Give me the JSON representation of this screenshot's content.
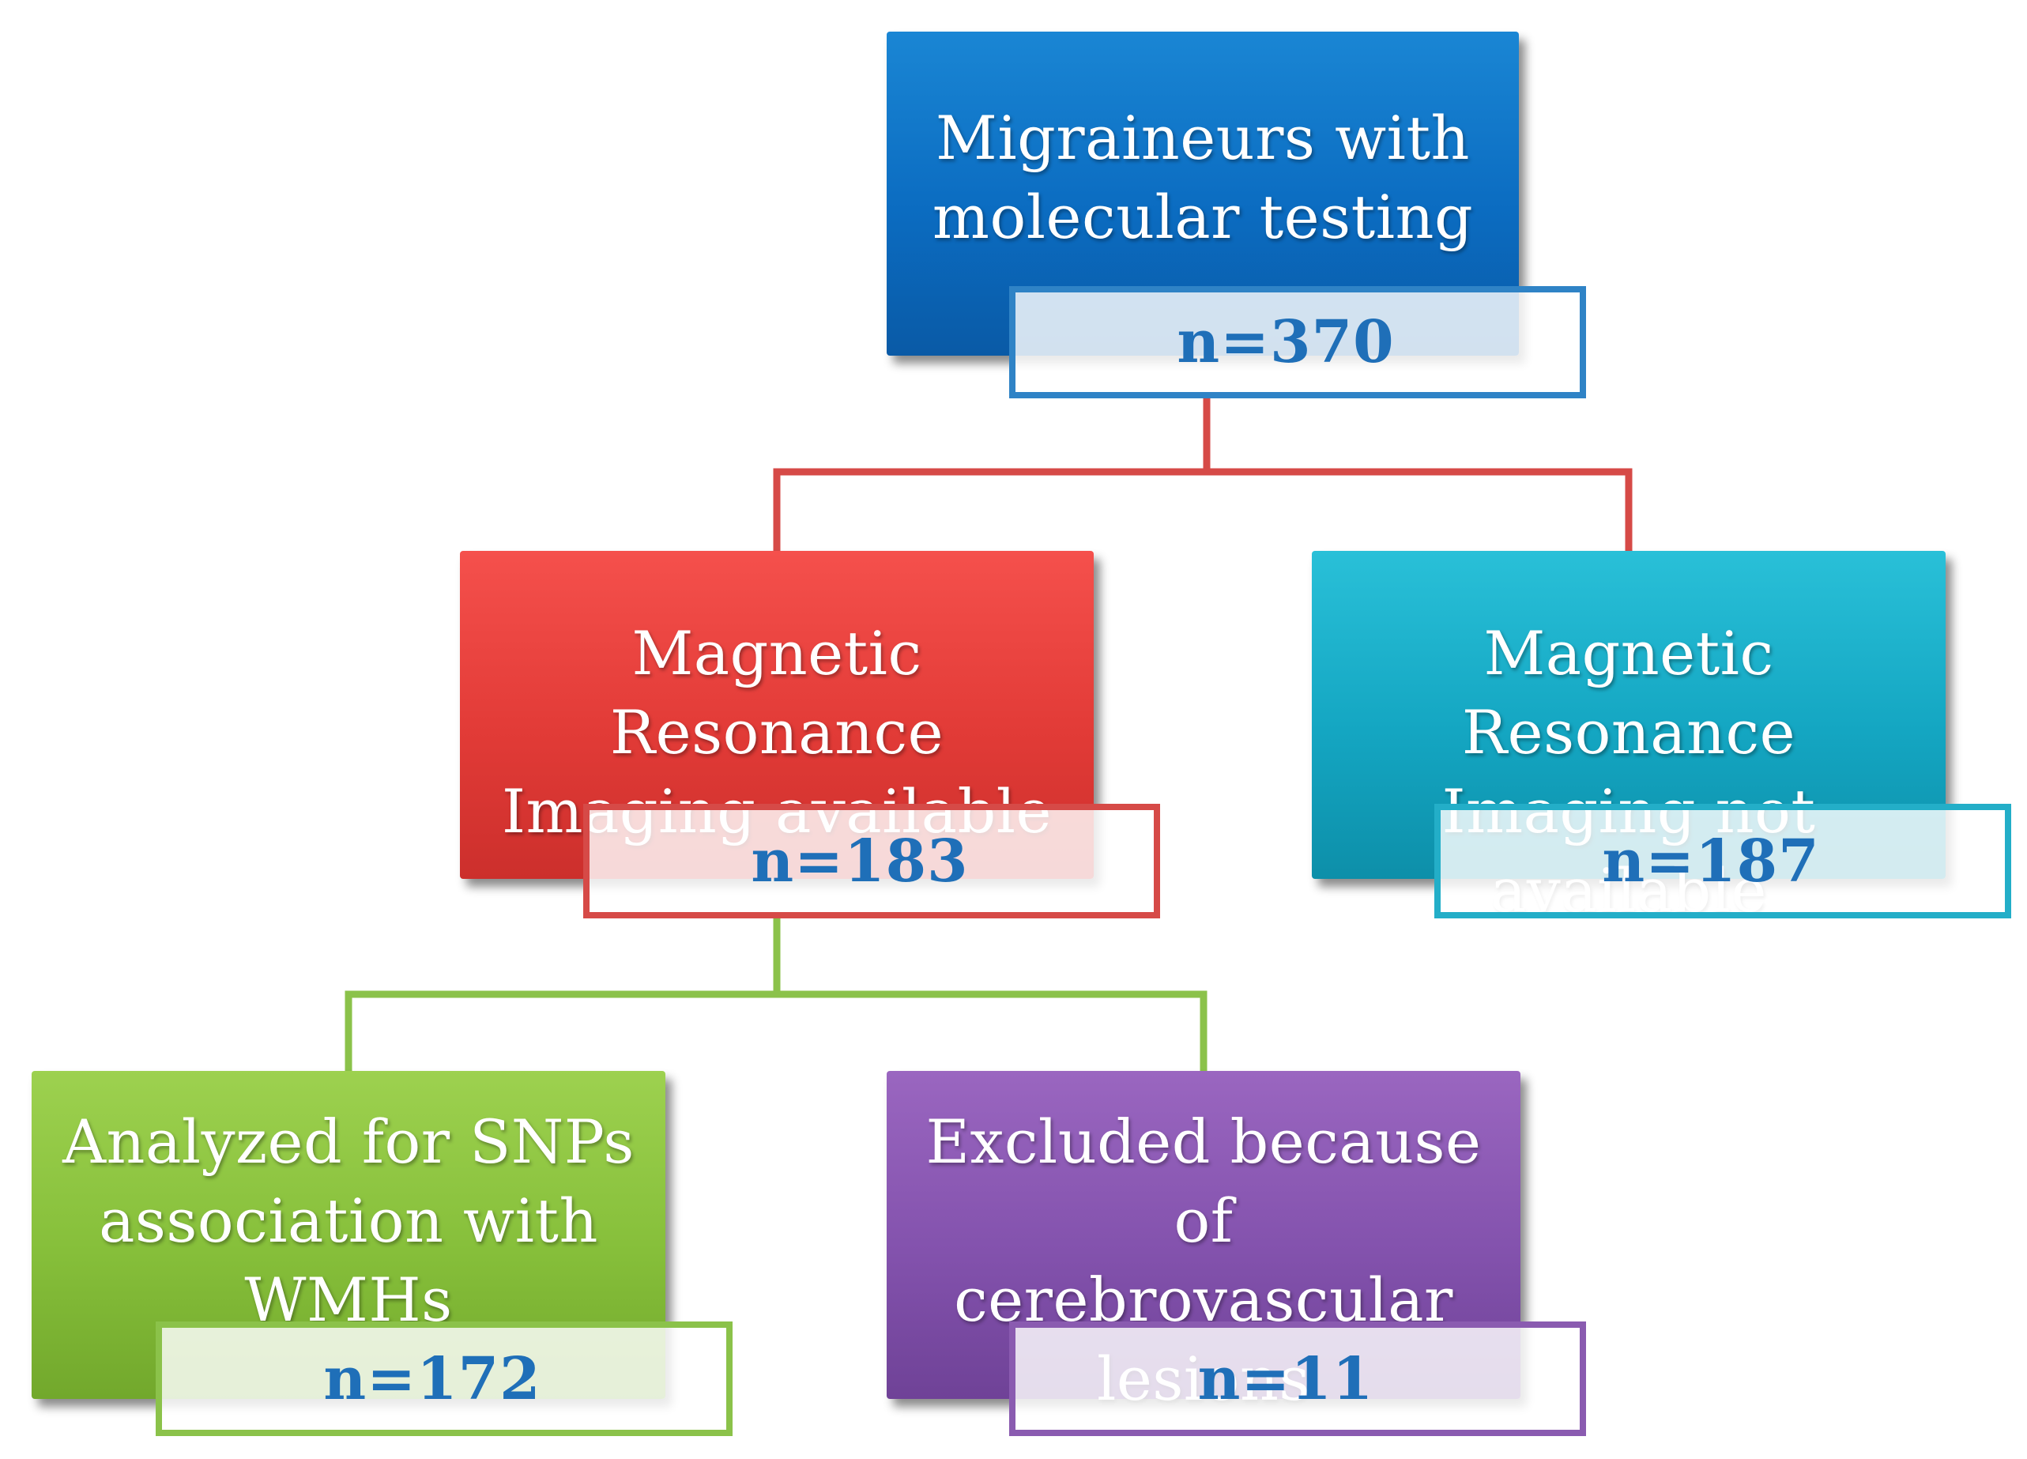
{
  "diagram": {
    "nodes": [
      {
        "id": "top",
        "label_lines": [
          "Migraineurs with",
          "molecular testing"
        ],
        "count": "n=370",
        "color": "#0b6cc1"
      },
      {
        "id": "mri",
        "label_lines": [
          "Magnetic Resonance",
          "Imaging available"
        ],
        "count": "n=183",
        "color": "#e23b37"
      },
      {
        "id": "nomri",
        "label_lines": [
          "Magnetic Resonance",
          "Imaging not available"
        ],
        "count": "n=187",
        "color": "#14a6c2"
      },
      {
        "id": "snp",
        "label_lines": [
          "Analyzed for SNPs",
          "association with",
          "WMHs"
        ],
        "count": "n=172",
        "color": "#86bf3a"
      },
      {
        "id": "excl",
        "label_lines": [
          "Excluded because of",
          "cerebrovascular",
          "lesions"
        ],
        "count": "n=11",
        "color": "#8352ad"
      }
    ],
    "edges": [
      {
        "from": "top",
        "to": "mri",
        "color": "#d64a47"
      },
      {
        "from": "top",
        "to": "nomri",
        "color": "#d64a47"
      },
      {
        "from": "mri",
        "to": "snp",
        "color": "#8bc24a"
      },
      {
        "from": "mri",
        "to": "excl",
        "color": "#8bc24a"
      }
    ]
  }
}
